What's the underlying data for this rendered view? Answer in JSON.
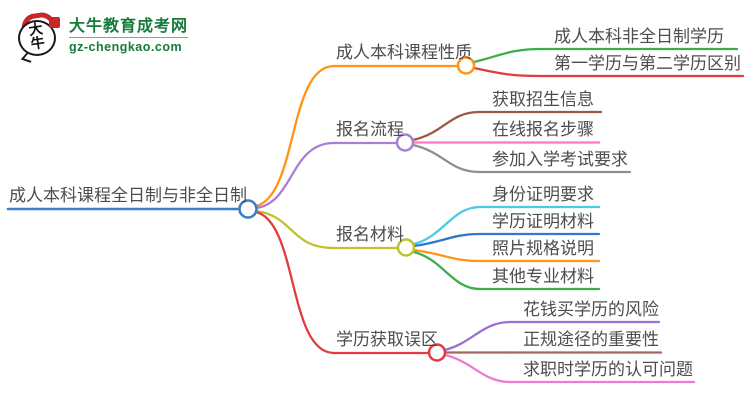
{
  "logo": {
    "mark_text": "大牛",
    "title": "大牛教育成考网",
    "domain": "gz-chengkao.com",
    "green": "#157a3c",
    "red": "#c9252b"
  },
  "root": {
    "label": "成人本科课程全日制与非全日制",
    "color": "#3b7fc4"
  },
  "branches": [
    {
      "label": "成人本科课程性质",
      "color": "#ff9415",
      "children": [
        {
          "label": "成人本科非全日制学历",
          "color": "#3cae49"
        },
        {
          "label": "第一学历与第二学历区别",
          "color": "#e23a40"
        }
      ]
    },
    {
      "label": "报名流程",
      "color": "#a87fd4",
      "children": [
        {
          "label": "获取招生信息",
          "color": "#9e5846"
        },
        {
          "label": "在线报名步骤",
          "color": "#ff78c8"
        },
        {
          "label": "参加入学考试要求",
          "color": "#8f8f8f"
        }
      ]
    },
    {
      "label": "报名材料",
      "color": "#bcc32f",
      "children": [
        {
          "label": "身份证明要求",
          "color": "#4cc8e8"
        },
        {
          "label": "学历证明材料",
          "color": "#3079c8"
        },
        {
          "label": "照片规格说明",
          "color": "#ff9415"
        },
        {
          "label": "其他专业材料",
          "color": "#3cae49"
        }
      ]
    },
    {
      "label": "学历获取误区",
      "color": "#e23a40",
      "children": [
        {
          "label": "花钱买学历的风险",
          "color": "#9b6fd4"
        },
        {
          "label": "正规途径的重要性",
          "color": "#a06a62"
        },
        {
          "label": "求职时学历的认可问题",
          "color": "#ee7ad8"
        }
      ]
    }
  ],
  "text_color": "#4d4d4d"
}
